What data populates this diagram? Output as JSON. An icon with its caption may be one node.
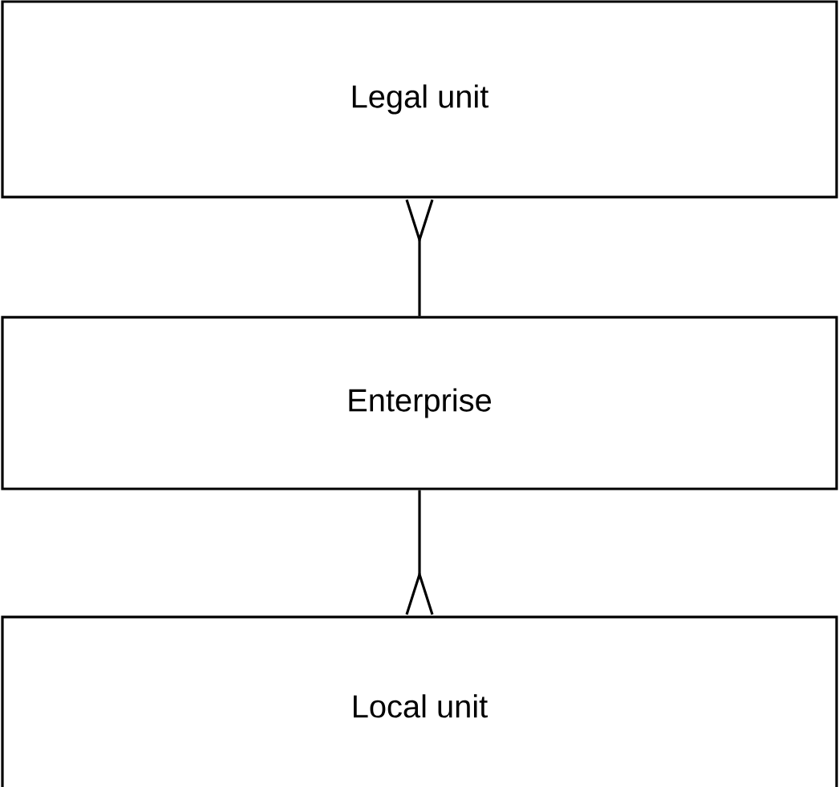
{
  "diagram": {
    "nodes": [
      {
        "text": [
          "Legal unit"
        ]
      },
      {
        "text": [
          "Enterprise"
        ]
      },
      {
        "text": [
          "Local unit"
        ]
      }
    ],
    "edges": [
      {
        "from": 1,
        "to": 0,
        "arrow": "other"
      },
      {
        "from": 1,
        "to": 2,
        "arrow": "other"
      }
    ]
  }
}
